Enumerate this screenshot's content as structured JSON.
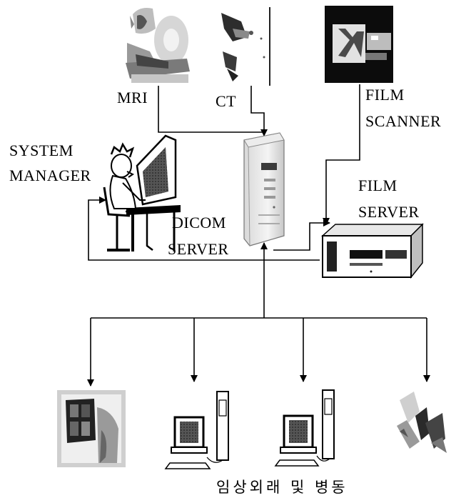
{
  "labels": {
    "mri": "MRI",
    "ct": "CT",
    "film_scanner_line1": "FILM",
    "film_scanner_line2": "SCANNER",
    "system_manager_line1": "SYSTEM",
    "system_manager_line2": "MANAGER",
    "film_server_line1": "FILM",
    "film_server_line2": "SERVER",
    "dicom_server_line1": "DICOM",
    "dicom_server_line2": "SERVER",
    "caption": "임상외래 및 병동"
  },
  "icons": [
    "mri-machine-icon",
    "ct-scanner-icon",
    "film-scanner-icon",
    "system-manager-person-icon",
    "dicom-server-tower-icon",
    "film-server-unit-icon",
    "lightbox-viewer-icon",
    "workstation-icon",
    "workstation-icon",
    "hand-held-film-icon"
  ]
}
